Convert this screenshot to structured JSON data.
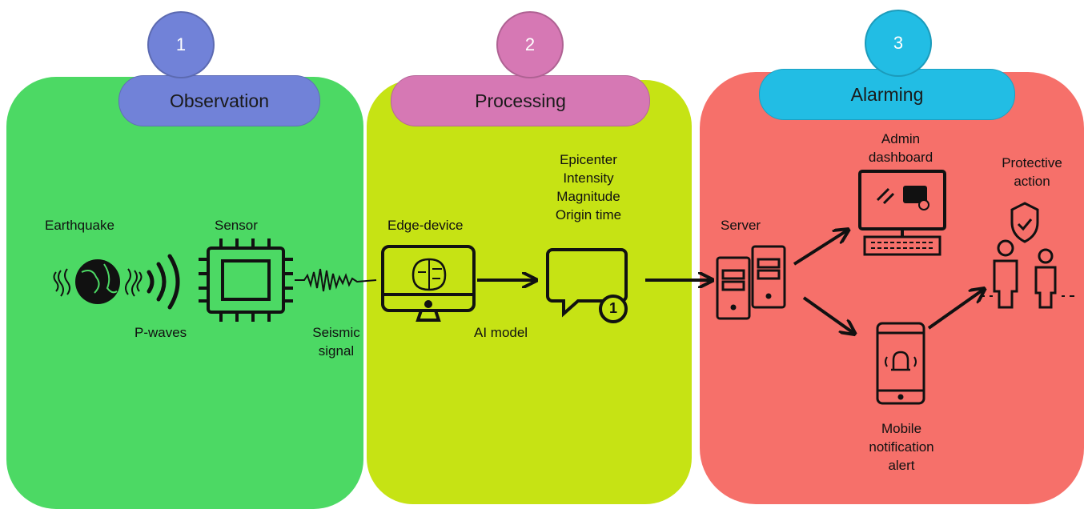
{
  "stages": [
    {
      "number": "1",
      "title": "Observation",
      "panel_color": "#4cd964",
      "tab_color": "#7182d8"
    },
    {
      "number": "2",
      "title": "Processing",
      "panel_color": "#c6e314",
      "tab_color": "#d678b4"
    },
    {
      "number": "3",
      "title": "Alarming",
      "panel_color": "#f6706a",
      "tab_color": "#22bde4"
    }
  ],
  "observation": {
    "earthquake": "Earthquake",
    "sensor": "Sensor",
    "p_waves": "P-waves",
    "seismic_signal": [
      "Seismic",
      "signal"
    ]
  },
  "processing": {
    "edge_device": "Edge-device",
    "ai_model": "AI model",
    "outputs": [
      "Epicenter",
      "Intensity",
      "Magnitude",
      "Origin time"
    ],
    "badge": "1"
  },
  "alarming": {
    "server": "Server",
    "admin_dashboard": [
      "Admin",
      "dashboard"
    ],
    "protective_action": [
      "Protective",
      "action"
    ],
    "mobile_alert": [
      "Mobile",
      "notification",
      "alert"
    ]
  },
  "icons": [
    "earthquake-globe-icon",
    "p-wave-icon",
    "sensor-chip-icon",
    "seismic-waveform-icon",
    "ai-brain-monitor-icon",
    "chat-bubble-icon",
    "server-icon",
    "admin-computer-icon",
    "mobile-bell-icon",
    "protective-people-icon",
    "arrow-icon"
  ]
}
